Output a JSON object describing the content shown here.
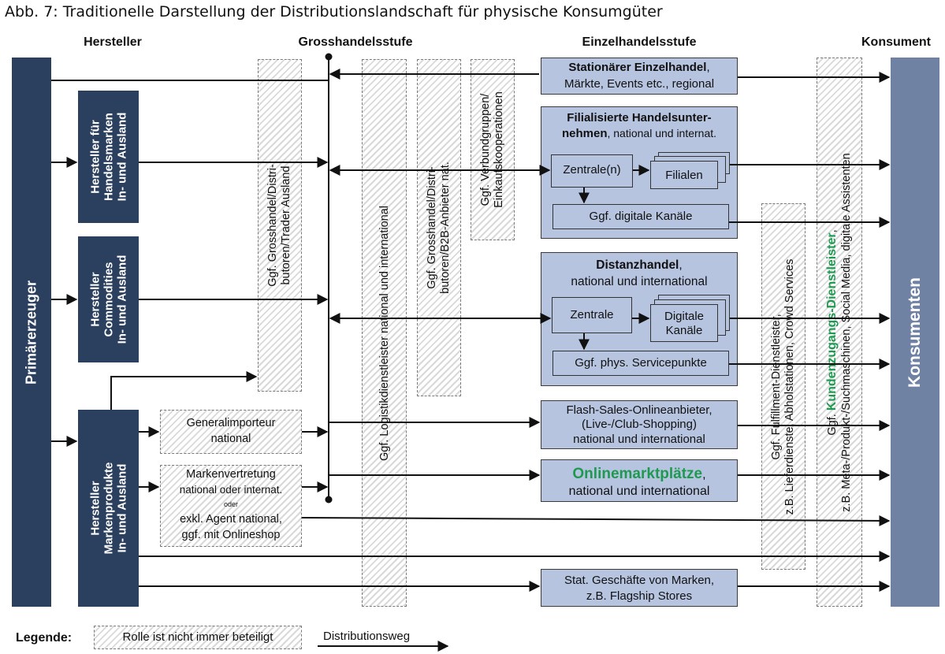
{
  "title": "Abb. 7: Traditionelle Darstellung der Distributionslandschaft für physische Konsumgüter",
  "columns": {
    "hersteller": "Hersteller",
    "grosshandel": "Grosshandelsstufe",
    "einzelhandel": "Einzelhandelsstufe",
    "konsument": "Konsument"
  },
  "primaererzeuger": "Primärerzeuger",
  "konsumenten": "Konsumenten",
  "hersteller_handelsmarken": [
    "Hersteller für",
    "Handelsmarken",
    "In- und Ausland"
  ],
  "hersteller_commodities": [
    "Hersteller",
    "Commodities",
    "In- und Ausland"
  ],
  "hersteller_markenprodukte": [
    "Hersteller",
    "Markenprodukte",
    "In- und Ausland"
  ],
  "grosshandel_trader": [
    "Ggf. Grosshandel/Distri-",
    "butoren/Trader Ausland"
  ],
  "logistik": "Ggf. Logistikdienstleister national und international",
  "grosshandel_b2b": [
    "Ggf. Grosshandel/Distri-",
    "butoren/B2B-Anbieter nat."
  ],
  "verbundgruppen": [
    "Ggf. Verbundgruppen/",
    "Einkaufskooperationen"
  ],
  "generalimporteur": [
    "Generalimporteur",
    "national"
  ],
  "markenvertretung": {
    "l1": "Markenvertretung",
    "l2": "national oder internat.",
    "oder": "oder",
    "l3": "exkl. Agent national,",
    "l4": "ggf. mit Onlineshop"
  },
  "stationaer": {
    "bold": "Stationärer Einzelhandel",
    "rest": ",",
    "l2": "Märkte, Events etc., regional"
  },
  "filialisiert": {
    "l1": "Filialisierte Handelsunter-",
    "l2_bold": "nehmen",
    "l2_rest": ", national und internat.",
    "zentrale": "Zentrale(n)",
    "filialen": "Filialen",
    "digital": "Ggf. digitale Kanäle"
  },
  "distanzhandel": {
    "bold": "Distanzhandel",
    "rest": ",",
    "l2": "national und international",
    "zentrale": "Zentrale",
    "digitale_kanaele": [
      "Digitale",
      "Kanäle"
    ],
    "service": "Ggf. phys. Servicepunkte"
  },
  "flash_sales": [
    "Flash-Sales-Onlineanbieter,",
    "(Live-/Club-Shopping)",
    "national und international"
  ],
  "onlinemarkt": {
    "bold": "Onlinemarktplätze",
    "rest": ",",
    "l2": "national und international"
  },
  "stat_geschaefte": [
    "Stat. Geschäfte von Marken,",
    "z.B. Flagship Stores"
  ],
  "fulfillment": [
    "Ggf. Fulfillment-Dienstleister,",
    "z.B. Lieferdienste, Abholstationen, Crowd Services"
  ],
  "kundenzugang": {
    "prefix": "Ggf. ",
    "green": "Kundenzugangs-Dienstleister",
    "rest": ",",
    "l2": "z.B. Meta-/Produkt-/Suchmaschinen, Social Media, digitale Assistenten"
  },
  "legend": {
    "label": "Legende:",
    "role": "Rolle ist nicht immer beteiligt",
    "weg": "Distributionsweg"
  },
  "colors": {
    "navy": "#2b3f5e",
    "konsumenten": "#6f82a4",
    "light_blue": "#b6c4e0",
    "green": "#1e9a50"
  }
}
